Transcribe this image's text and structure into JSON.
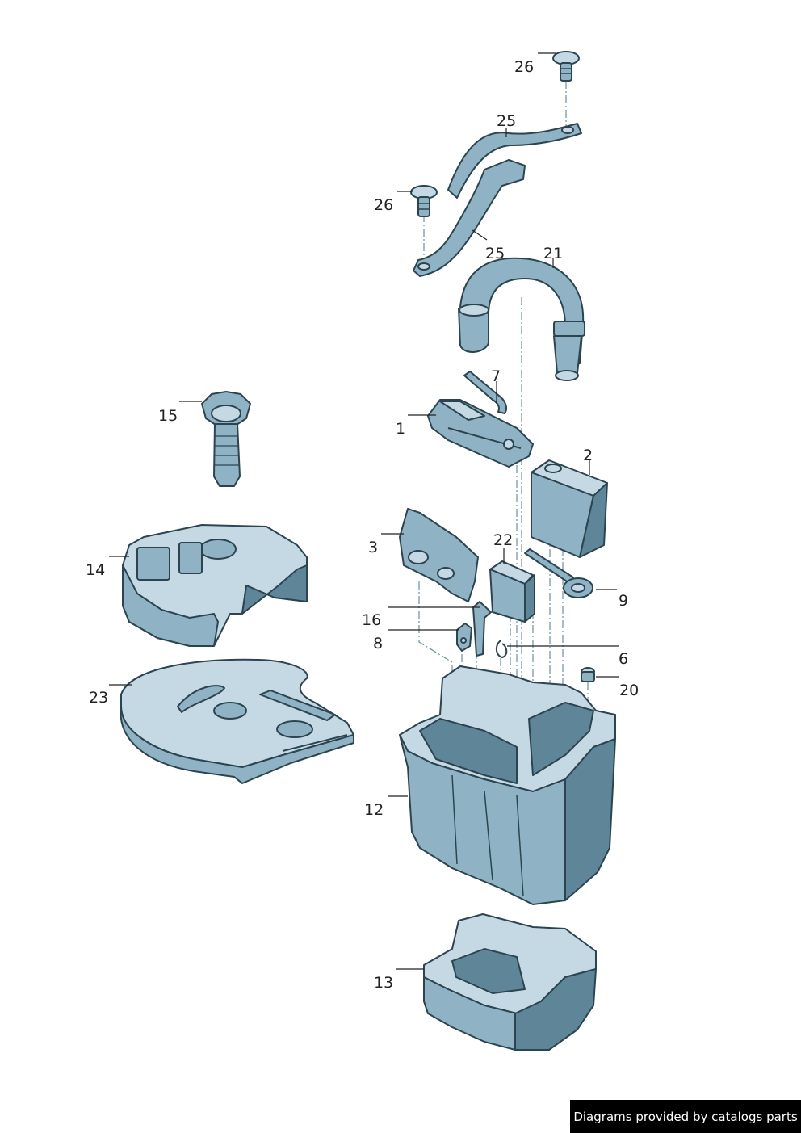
{
  "callouts": {
    "c1": "1",
    "c2": "2",
    "c3": "3",
    "c6": "6",
    "c7": "7",
    "c8": "8",
    "c9": "9",
    "c12": "12",
    "c13": "13",
    "c14": "14",
    "c15": "15",
    "c16": "16",
    "c20": "20",
    "c21": "21",
    "c22": "22",
    "c23": "23",
    "c25a": "25",
    "c25b": "25",
    "c26a": "26",
    "c26b": "26"
  },
  "credit": "Diagrams provided by catalogs parts",
  "colors": {
    "part_fill": "#8fb3c4",
    "part_light": "#c4d9e3",
    "part_outline": "#2c4450",
    "credit_bg": "#000000",
    "credit_text": "#ffffff"
  }
}
